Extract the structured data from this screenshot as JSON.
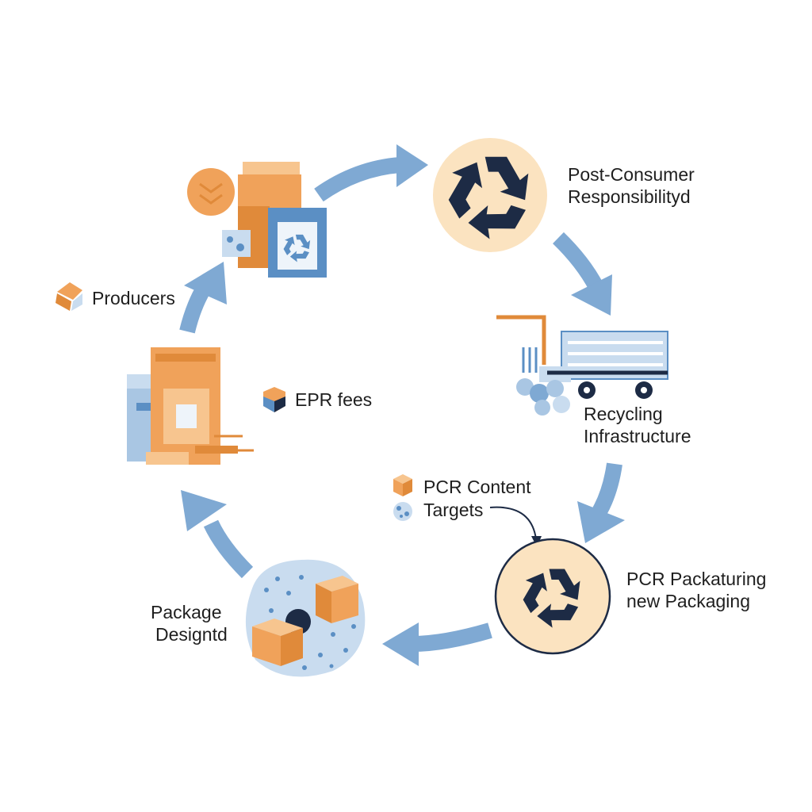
{
  "colors": {
    "background": "#ffffff",
    "arrow": "#7fa9d3",
    "orange": "#f0a25a",
    "orange_dark": "#e08a3a",
    "orange_light": "#f7c58f",
    "blue": "#5b8fc4",
    "blue_light": "#c9dcef",
    "navy": "#1d2b45",
    "cream": "#fbe3c0"
  },
  "labels": {
    "post_consumer": [
      "Post-Consumer",
      "Responsibilityd"
    ],
    "producers": "Producers",
    "epr_fees": "EPR fees",
    "recycling": [
      "Recycling",
      "Infrastructure"
    ],
    "pcr_targets": [
      "PCR Content",
      "Targets"
    ],
    "pcr_packaging": [
      "PCR Packaturing",
      "new Packaging"
    ],
    "package_design": [
      "Package",
      "Designtd"
    ]
  },
  "icons": {
    "post_consumer": "recycle-symbol-icon",
    "producers_group": "product-packages-icon",
    "producers_marker": "cube-marker-icon",
    "epr_marker": "hexagon-coin-icon",
    "paper_bag_group": "paper-bags-icon",
    "recycling_truck": "recycling-truck-icon",
    "pcr_cube": "orange-cube-icon",
    "pcr_pellets": "pellet-dots-icon",
    "pcr_packaging": "recycle-symbol-icon",
    "package_design": "boxes-pellets-icon"
  }
}
